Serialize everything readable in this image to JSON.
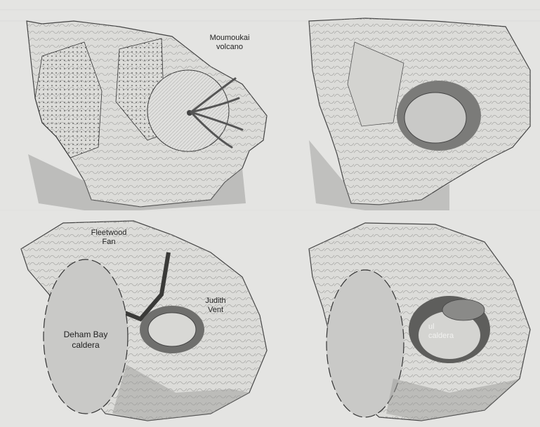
{
  "labels": {
    "moumoukai_line1": "Moumoukai",
    "moumoukai_line2": "volcano",
    "fleetwood_line1": "Fleetwood",
    "fleetwood_line2": "Fan",
    "judith_line1": "Judith",
    "judith_line2": "Vent",
    "deham_line1": "Deham Bay",
    "deham_line2": "caldera",
    "partial_line1": "ul",
    "partial_line2": "caldera"
  },
  "colors": {
    "page_background": "#e4e4e2",
    "terrain_light": "#dededb",
    "terrain_shadow": "#8a8a88",
    "caldera_fill": "#c9c9c7",
    "ink": "#1f1f1f"
  }
}
